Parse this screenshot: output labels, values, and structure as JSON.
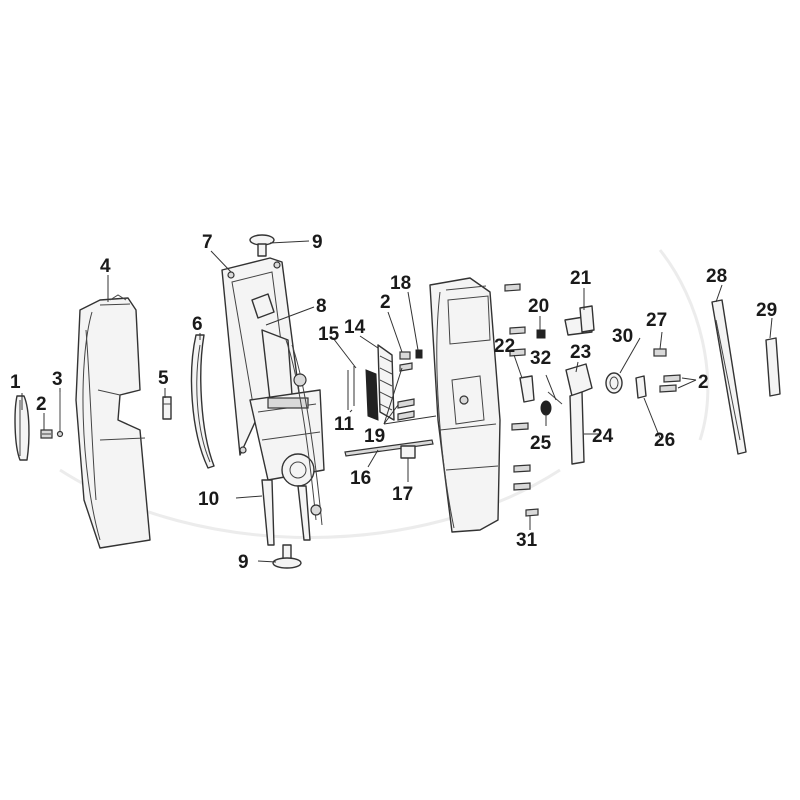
{
  "callouts": [
    "1",
    "2",
    "3",
    "4",
    "5",
    "6",
    "7",
    "8",
    "9",
    "10",
    "11",
    "14",
    "15",
    "16",
    "17",
    "18",
    "19",
    "20",
    "21",
    "22",
    "23",
    "24",
    "25",
    "26",
    "27",
    "28",
    "29",
    "30",
    "31",
    "32"
  ],
  "colors": {
    "line": "#333333",
    "fill": "#f4f4f4",
    "label": "#1a1a1a"
  }
}
